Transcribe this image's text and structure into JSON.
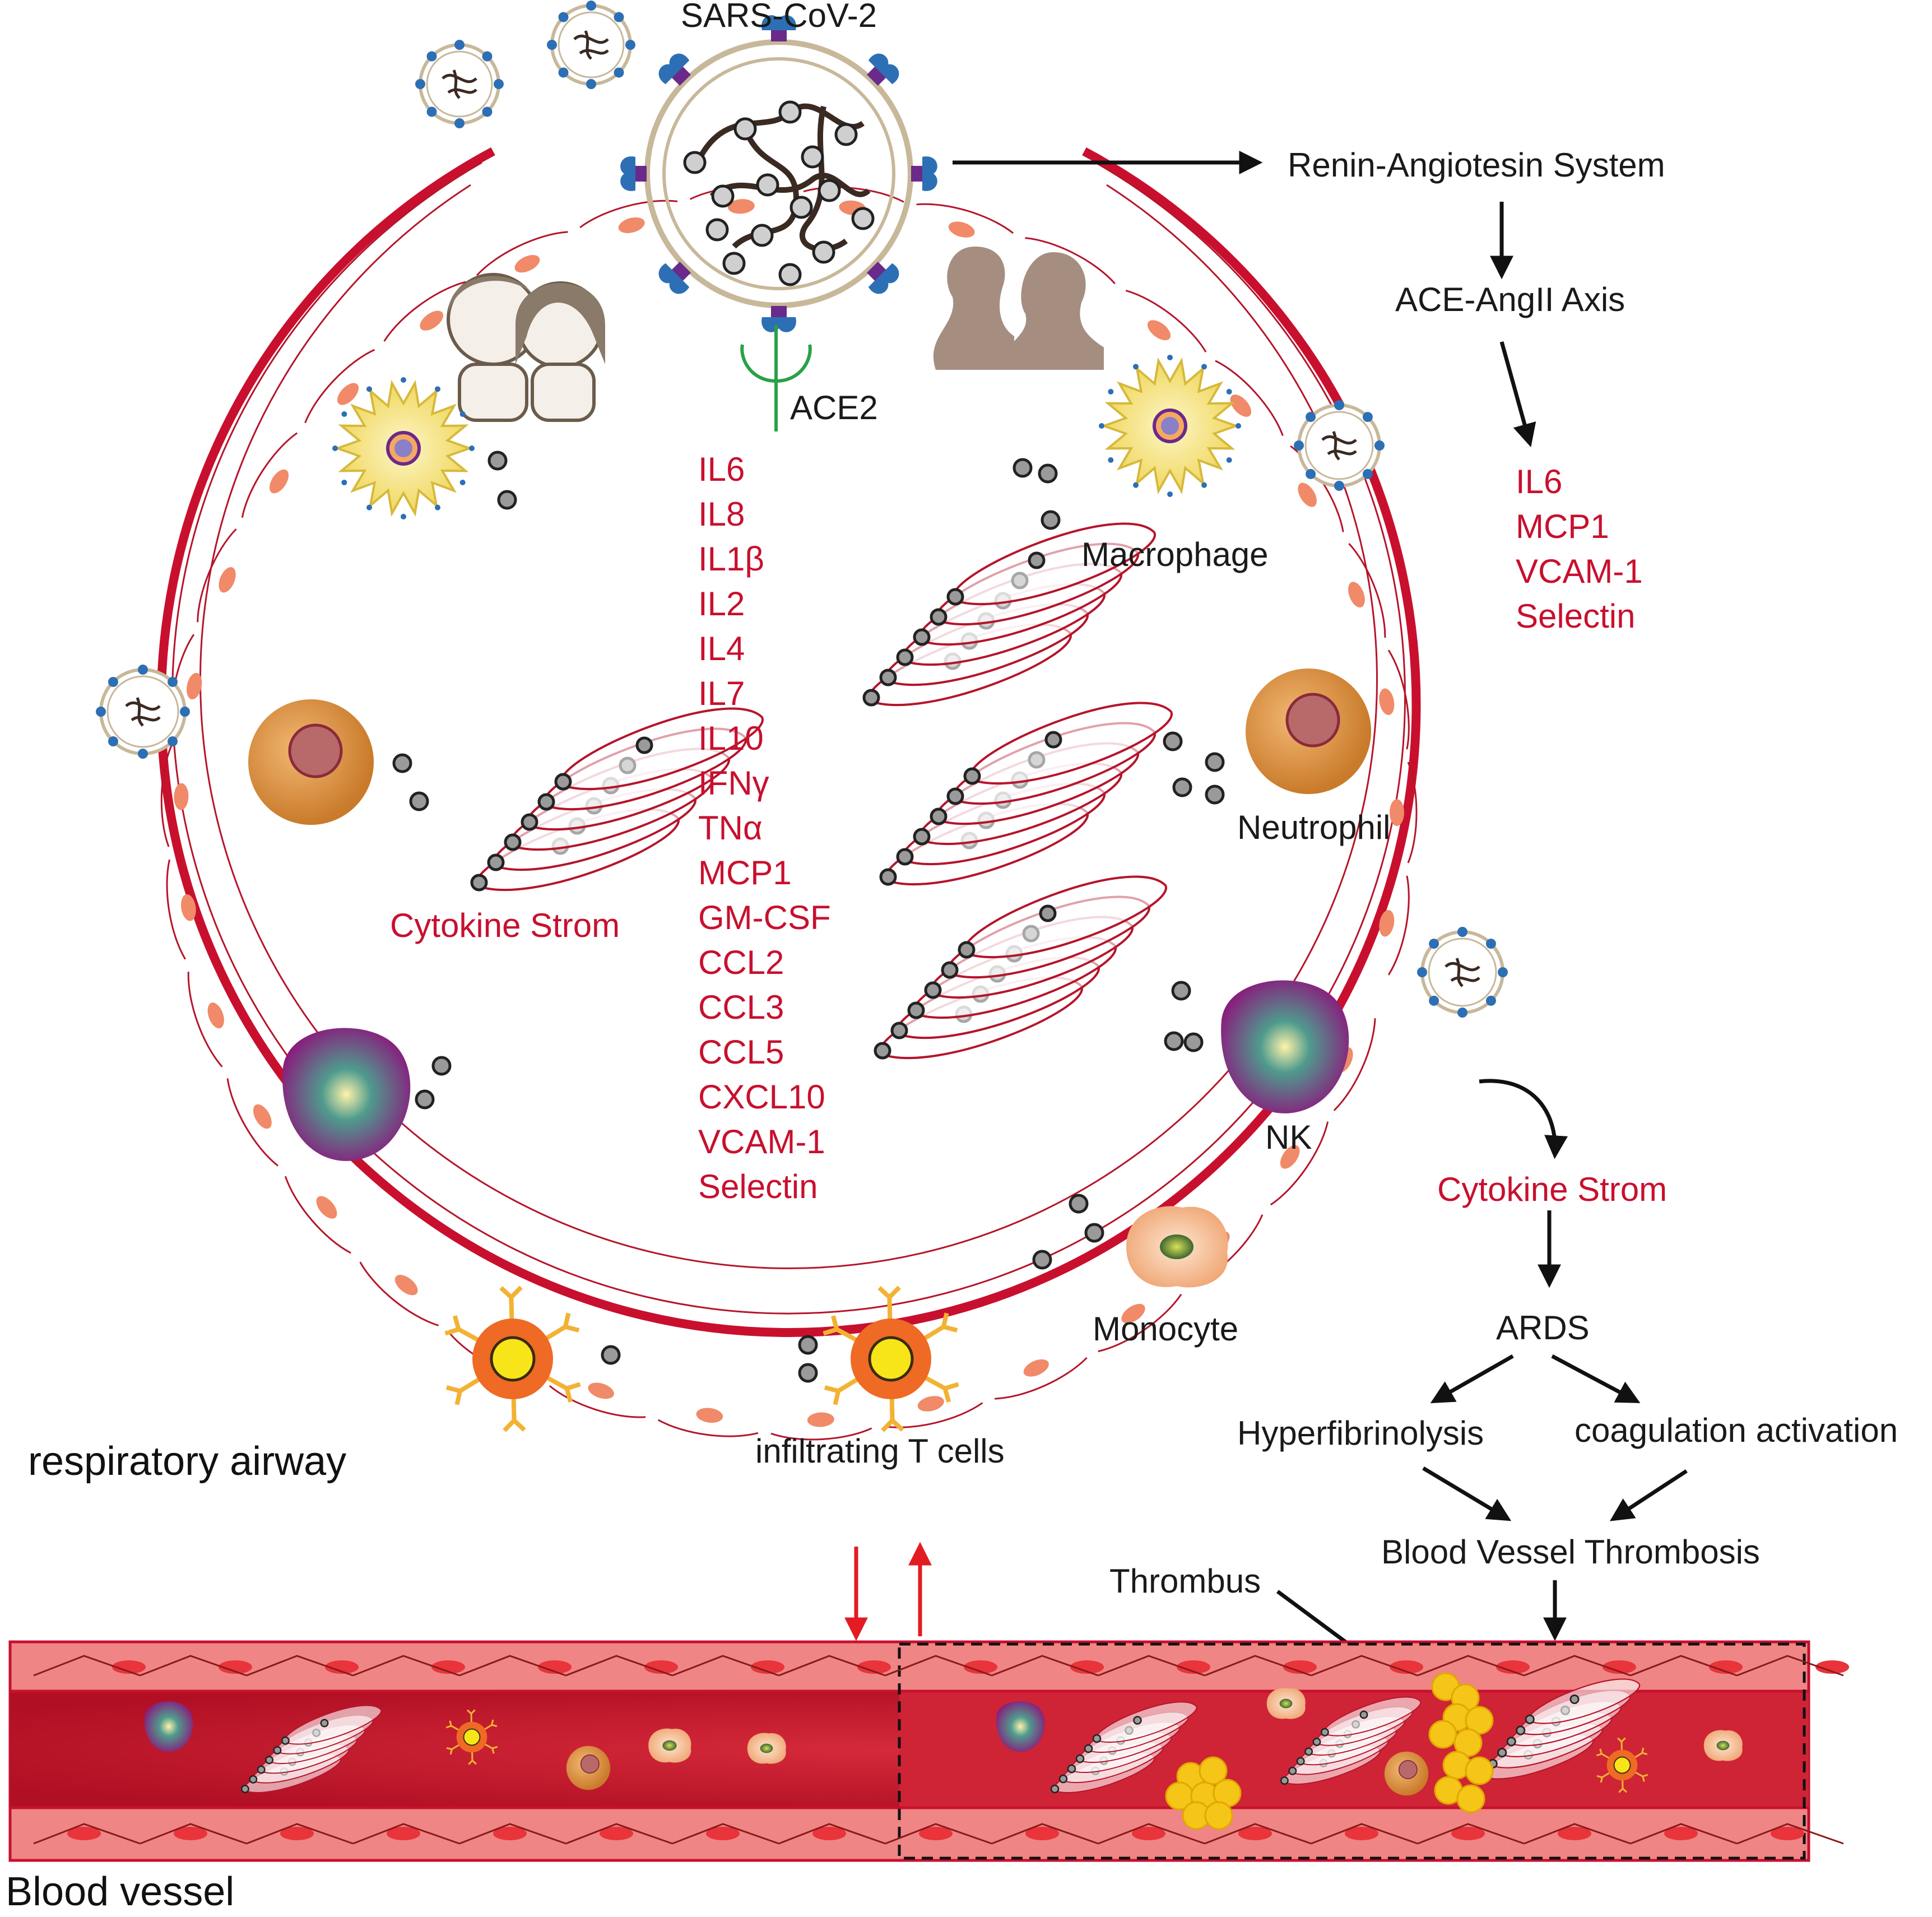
{
  "virus": {
    "title": "SARS-CoV-2",
    "receptor": "ACE2"
  },
  "pathway_top": {
    "ras": "Renin-Angiotesin System",
    "axis": "ACE-AngII Axis",
    "markers": [
      "IL6",
      "MCP1",
      "VCAM-1",
      "Selectin"
    ]
  },
  "cytokines": [
    "IL6",
    "IL8",
    "IL1β",
    "IL2",
    "IL4",
    "IL7",
    "IL10",
    "IFNγ",
    "TNα",
    "MCP1",
    "GM-CSF",
    "CCL2",
    "CCL3",
    "CCL5",
    "CXCL10",
    "VCAM-1",
    "Selectin"
  ],
  "cells": {
    "macrophage": "Macrophage",
    "neutrophil": "Neutrophil",
    "nk": "NK",
    "monocyte": "Monocyte",
    "t_cells": "infiltrating T cells"
  },
  "cytokine_storm_inner": "Cytokine Strom",
  "pathway_bottom": {
    "storm": "Cytokine Strom",
    "ards": "ARDS",
    "hyper": "Hyperfibrinolysis",
    "coag": "coagulation activation",
    "thrombosis": "Blood Vessel Thrombosis"
  },
  "thrombus": "Thrombus",
  "airway_label": "respiratory airway",
  "vessel_label": "Blood vessel",
  "colors": {
    "wall": "#c8102e",
    "label_red": "#c8102e",
    "vessel_lumen": "#c8102e",
    "vessel_wall": "#ef7a78",
    "thrombus": "#f5c518"
  }
}
